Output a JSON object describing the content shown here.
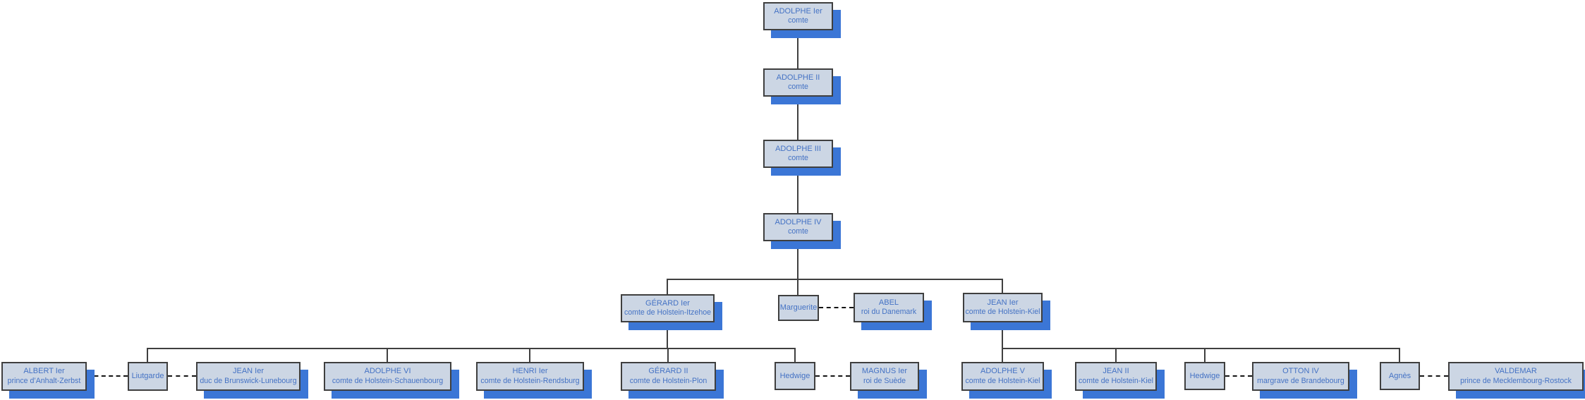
{
  "diagram": {
    "type": "family-tree",
    "colors": {
      "box_fill": "#ccd6e4",
      "box_border": "#3f3f3f",
      "box_shadow_blue": "#3b76d6",
      "text_blue": "#4472c4",
      "connector": "#3f3f3f"
    },
    "nodes": [
      {
        "name": "ADOLPHE Ier",
        "title": "comte"
      },
      {
        "name": "ADOLPHE II",
        "title": "comte"
      },
      {
        "name": "ADOLPHE III",
        "title": "comte"
      },
      {
        "name": "ADOLPHE IV",
        "title": "comte"
      },
      {
        "name": "GÉRARD Ier",
        "title": "comte de Holstein-Itzehoe"
      },
      {
        "name": "Marguerite",
        "title": ""
      },
      {
        "name": "ABEL",
        "title": "roi du Danemark"
      },
      {
        "name": "JEAN Ier",
        "title": "comte de Holstein-Kiel"
      },
      {
        "name": "ALBERT Ier",
        "title": "prince d’Anhalt-Zerbst"
      },
      {
        "name": "Liutgarde",
        "title": ""
      },
      {
        "name": "JEAN Ier",
        "title": "duc de Brunswick-Lunebourg"
      },
      {
        "name": "ADOLPHE VI",
        "title": "comte de Holstein-Schauenbourg"
      },
      {
        "name": "HENRI Ier",
        "title": "comte de Holstein-Rendsburg"
      },
      {
        "name": "GÉRARD II",
        "title": "comte de Holstein-Plon"
      },
      {
        "name": "Hedwige",
        "title": ""
      },
      {
        "name": "MAGNUS Ier",
        "title": "roi de Suède"
      },
      {
        "name": "ADOLPHE V",
        "title": "comte de Holstein-Kiel"
      },
      {
        "name": "JEAN II",
        "title": "comte de Holstein-Kiel"
      },
      {
        "name": "Hedwige",
        "title": ""
      },
      {
        "name": "OTTON IV",
        "title": "margrave de Brandebourg"
      },
      {
        "name": "Agnès",
        "title": ""
      },
      {
        "name": "VALDEMAR",
        "title": "prince de Mecklembourg-Rostock"
      }
    ],
    "descent_lines_solid": [
      "ADOLPHE Ier > ADOLPHE II > ADOLPHE III > ADOLPHE IV",
      "ADOLPHE IV > GÉRARD Ier, Marguerite, JEAN Ier (comte de Holstein-Kiel)",
      "GÉRARD Ier > Liutgarde, ADOLPHE VI, HENRI Ier, GÉRARD II, Hedwige",
      "JEAN Ier (comte de Holstein-Kiel) > ADOLPHE V, JEAN II, Hedwige, Agnès"
    ],
    "marriages_dashed": [
      [
        "Marguerite",
        "ABEL"
      ],
      [
        "ALBERT Ier",
        "Liutgarde"
      ],
      [
        "Liutgarde",
        "JEAN Ier (duc de Brunswick-Lunebourg)"
      ],
      [
        "Hedwige",
        "MAGNUS Ier"
      ],
      [
        "Hedwige",
        "OTTON IV"
      ],
      [
        "Agnès",
        "VALDEMAR"
      ]
    ]
  }
}
